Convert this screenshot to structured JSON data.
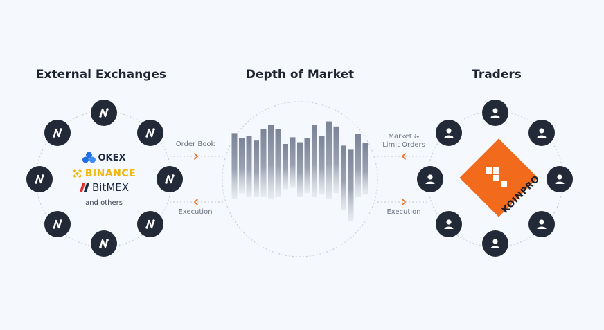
{
  "titles": {
    "left": "External Exchanges",
    "center": "Depth of Market",
    "right": "Traders"
  },
  "exchanges": {
    "okex": "OKEX",
    "binance": "BINANCE",
    "bitmex": "BitMEX",
    "others": "and others"
  },
  "flows": {
    "order_book": "Order Book",
    "execution_left": "Execution",
    "market_limit_line1": "Market &",
    "market_limit_line2": "Limit Orders",
    "execution_right": "Execution"
  },
  "brand": {
    "name": "KOINPRO",
    "color": "#f26a1b"
  },
  "colors": {
    "node": "#222a38",
    "arrow": "#f26a1b",
    "bar": "#8a92a4",
    "okex_blue": "#1f6fe5",
    "binance_yellow": "#f0b90b",
    "bitmex_red": "#e0302f"
  },
  "icons": {
    "exchange_node": "exchange-link-icon",
    "trader_node": "user-icon"
  },
  "chart_data": {
    "type": "bar",
    "values": [
      0.58,
      0.52,
      0.55,
      0.49,
      0.63,
      0.68,
      0.63,
      0.45,
      0.53,
      0.47,
      0.52,
      0.68,
      0.55,
      0.72,
      0.66,
      0.43,
      0.38,
      0.57,
      0.46
    ],
    "below": [
      0.13,
      0.09,
      0.12,
      0.12,
      0.12,
      0.13,
      0.12,
      0.06,
      0.05,
      0.12,
      0.09,
      0.12,
      0.1,
      0.13,
      0.09,
      0.22,
      0.3,
      0.12,
      0.1
    ]
  }
}
